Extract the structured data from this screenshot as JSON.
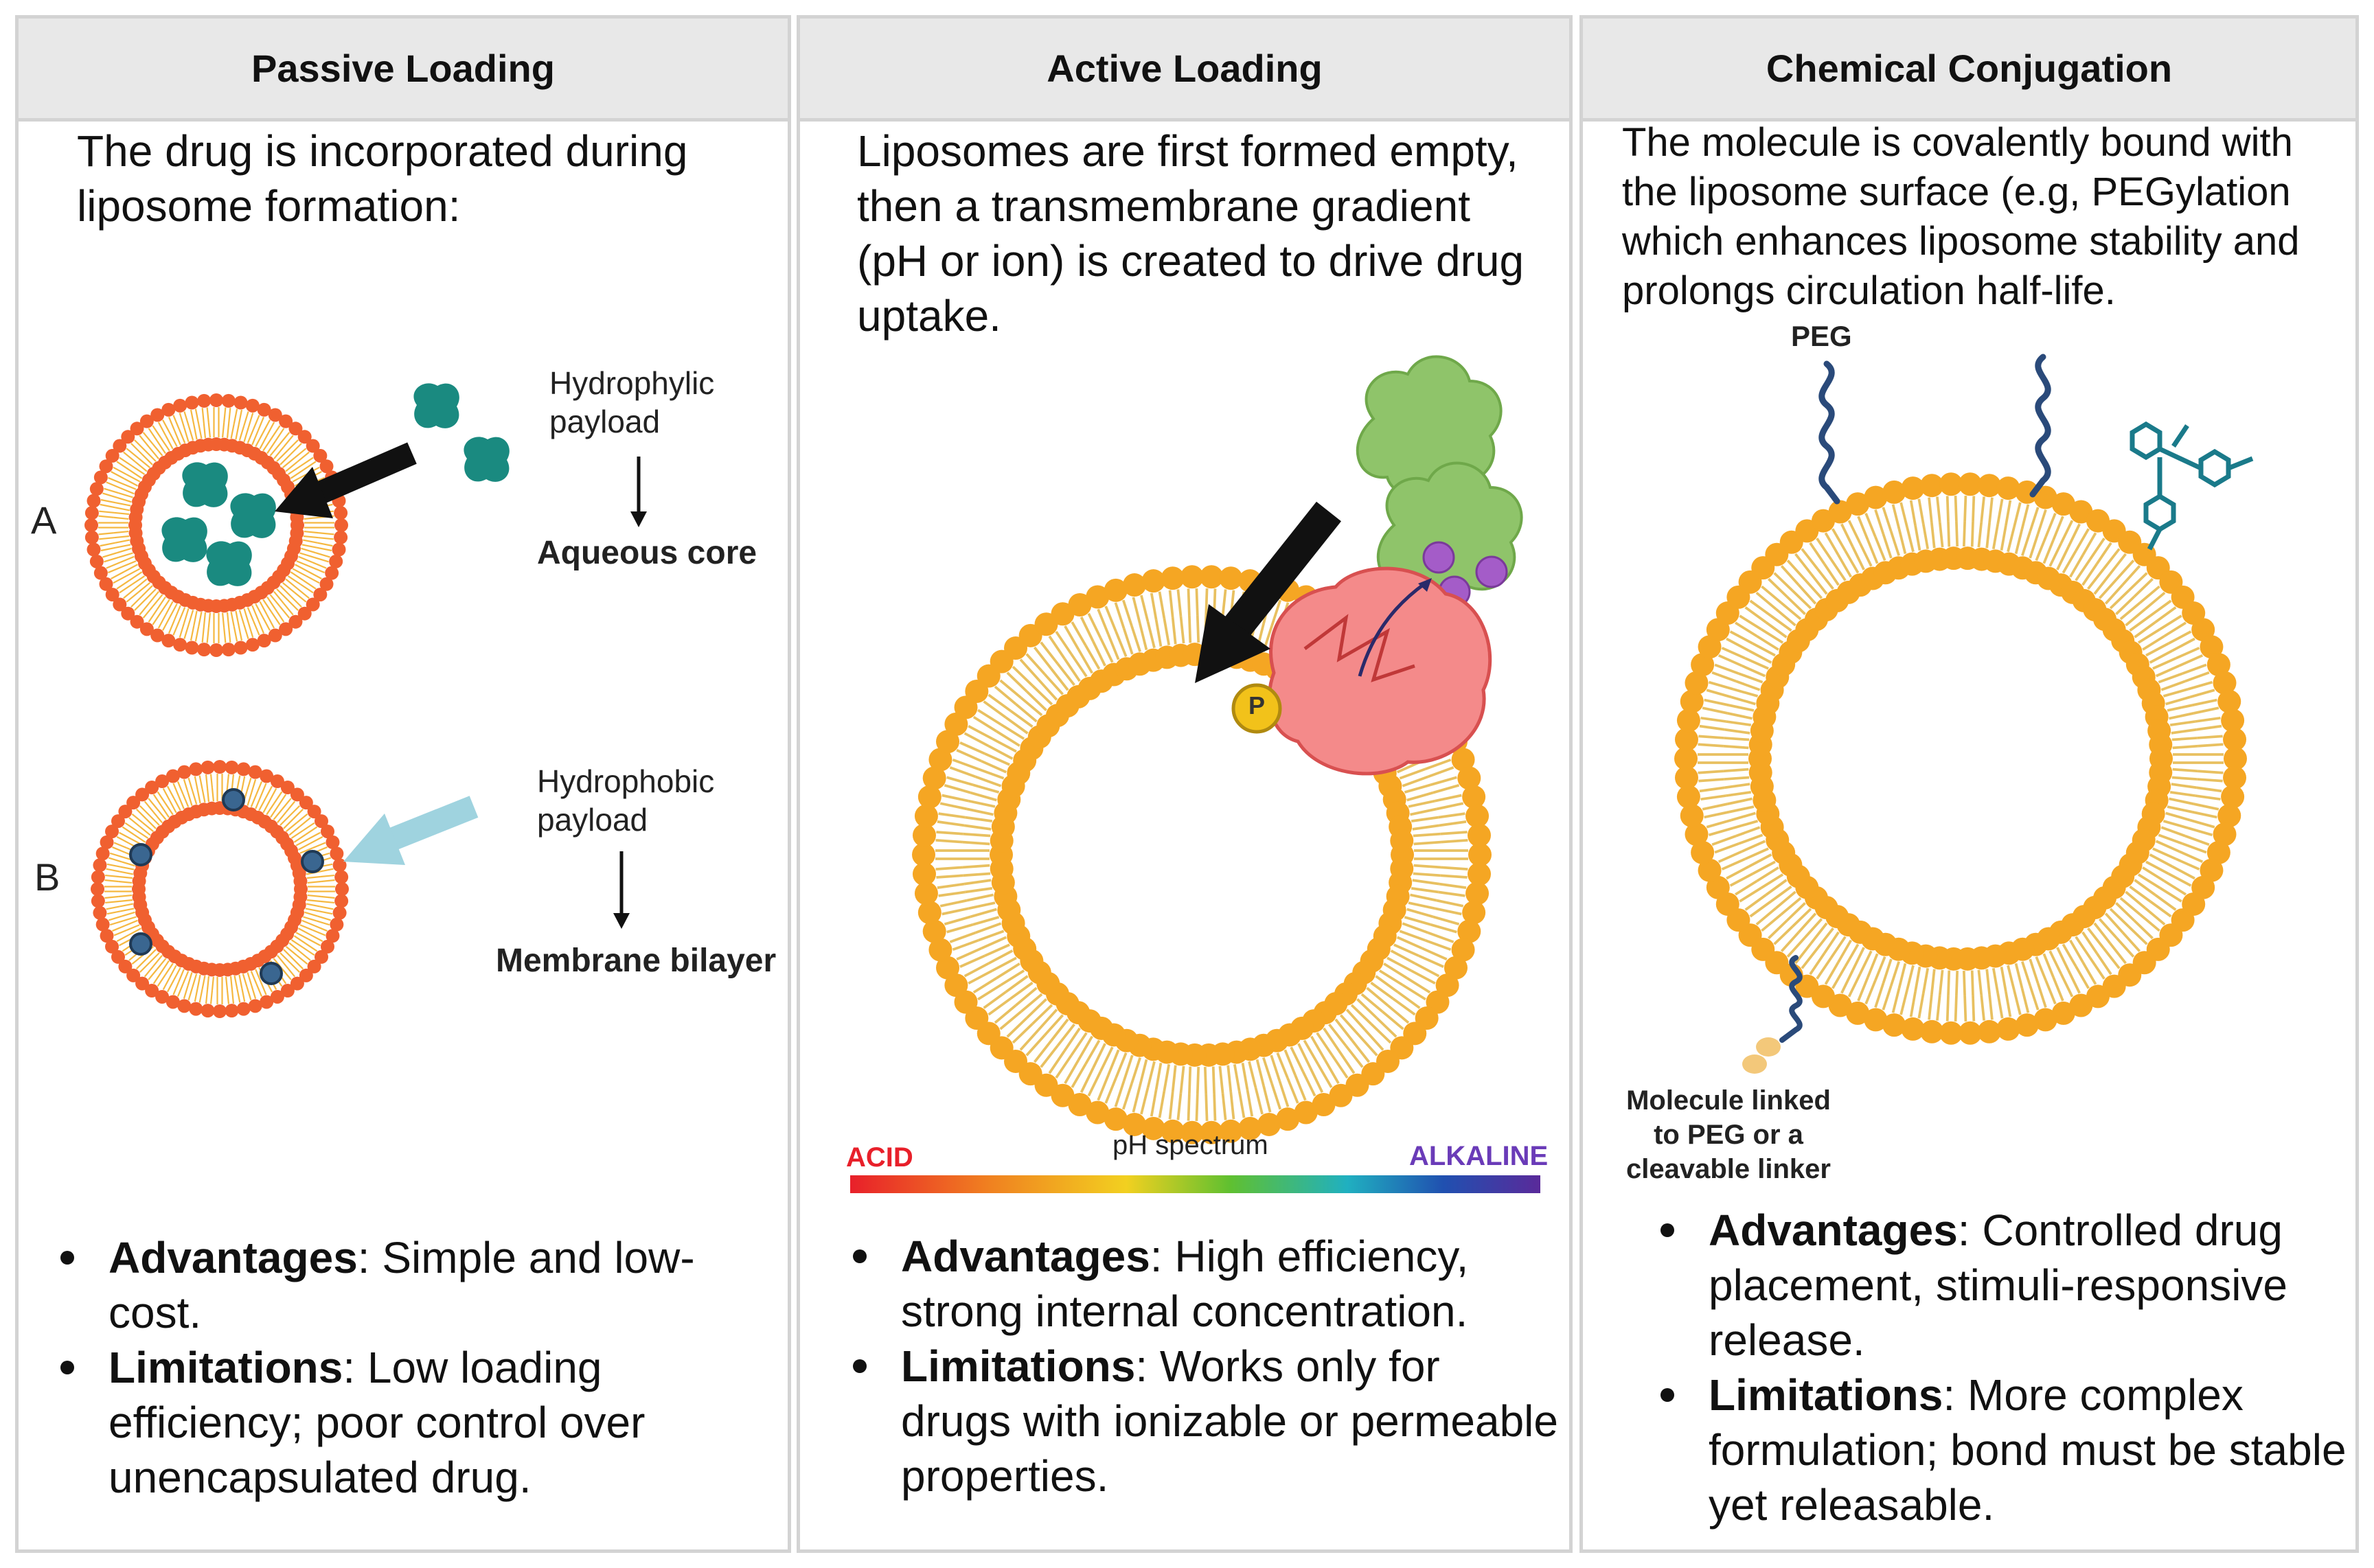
{
  "panels": [
    {
      "title": "Passive Loading",
      "description": "The drug is incorporated during liposome formation:",
      "diagram": {
        "label_a": "A",
        "label_b": "B",
        "hydrophilic_payload": "Hydrophylic payload",
        "aqueous_core": "Aqueous core",
        "hydrophobic_payload": "Hydrophobic payload",
        "membrane_bilayer": "Membrane bilayer"
      },
      "advantages_label": "Advantages",
      "advantages_text": ": Simple and low-cost.",
      "limitations_label": "Limitations",
      "limitations_text": ": Low loading efficiency; poor control over unencapsulated drug."
    },
    {
      "title": "Active Loading",
      "description": "Liposomes are first formed empty, then a transmembrane gradient (pH or ion) is created to drive drug uptake.",
      "diagram": {
        "pump_symbol": "P",
        "ph_spectrum": "pH spectrum",
        "acid": "ACID",
        "alkaline": "ALKALINE"
      },
      "advantages_label": "Advantages",
      "advantages_text": ": High efficiency, strong internal concentration.",
      "limitations_label": "Limitations",
      "limitations_text": ": Works only for drugs with ionizable or permeable properties."
    },
    {
      "title": "Chemical Conjugation",
      "description": "The molecule is covalently bound with the liposome surface (e.g, PEGylation which enhances liposome stability and prolongs circulation half-life.",
      "diagram": {
        "peg": "PEG",
        "molecule_linked": "Molecule linked to PEG or a cleavable linker"
      },
      "advantages_label": "Advantages",
      "advantages_text": ": Controlled drug placement, stimuli-responsive release.",
      "limitations_label": "Limitations",
      "limitations_text": ": More complex formulation; bond must be stable yet releasable."
    }
  ],
  "colors": {
    "header_bg": "#e8e8e8",
    "border": "#d3d3d3",
    "lipid_orange": "#f5a623",
    "lipid_red": "#f06030",
    "teal_drug": "#1a8a80",
    "navy_drug": "#3a6690",
    "light_blue_arrow": "#9fd3df",
    "pump_red": "#f48a8a",
    "green_blob": "#8fc46a",
    "purple_ion": "#a45cc8",
    "peg_navy": "#2a4a7a",
    "acid_red": "#e8202a",
    "alkaline_purple": "#6a3bb8"
  }
}
